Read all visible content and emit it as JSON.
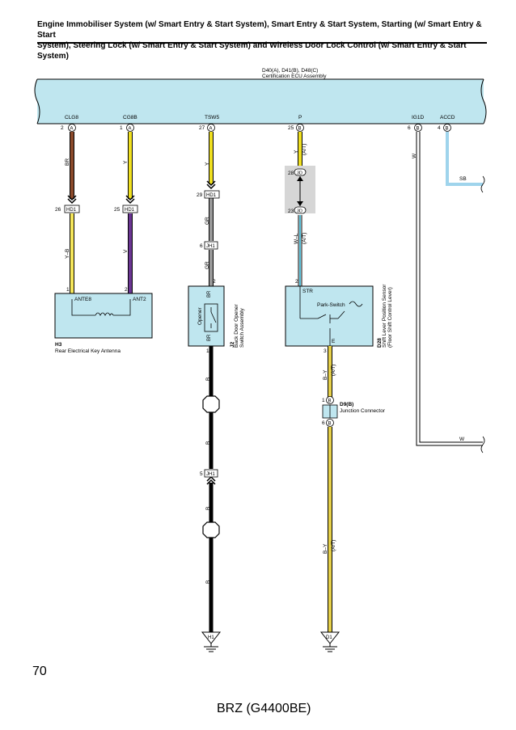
{
  "header": {
    "line1": "Engine Immobiliser System (w/ Smart Entry & Start System), Smart Entry & Start System, Starting (w/ Smart Entry & Start",
    "line2": "System), Steering Lock (w/ Smart Entry & Start System) and Wireless Door Lock Control (w/ Smart Entry & Start System)"
  },
  "ecu": {
    "code": "D40(A), D41(B), D48(C)",
    "name": "Certification ECU Assembly",
    "pins": [
      {
        "label": "CLG8",
        "num": "2",
        "conn": "A"
      },
      {
        "label": "CG8B",
        "num": "1",
        "conn": "A"
      },
      {
        "label": "TSW5",
        "num": "27",
        "conn": "A"
      },
      {
        "label": "P",
        "num": "25",
        "conn": "B"
      },
      {
        "label": "IG1D",
        "num": "6",
        "conn": "B"
      },
      {
        "label": "ACCD",
        "num": "4",
        "conn": "B"
      }
    ]
  },
  "wires": {
    "br": "BR",
    "y1": "Y",
    "y2": "Y",
    "y3": "Y",
    "at1": "(A/T)",
    "yb": "Y–B",
    "v": "V",
    "gr1": "GR",
    "gr2": "GR",
    "wl": "W–L",
    "at2": "(A/T)",
    "w1": "W",
    "sb": "SB",
    "br2": "BR",
    "br3": "BR",
    "by1": "B–Y",
    "at3": "(A/T)",
    "by2": "B–Y",
    "at4": "(A/T)",
    "b1": "B",
    "b2": "B",
    "b3": "B",
    "b4": "B",
    "w2": "W"
  },
  "connectors": {
    "hd1a": {
      "num": "26",
      "label": "HD1"
    },
    "hd1b": {
      "num": "25",
      "label": "HD1"
    },
    "hd1c": {
      "num": "29",
      "label": "HD1"
    },
    "jh1a": {
      "num": "6",
      "label": "JH1"
    },
    "jh1b": {
      "num": "5",
      "label": "JH1"
    },
    "sd_top": {
      "num": "28",
      "label": "3D"
    },
    "sd_bot": {
      "num": "23",
      "label": "3D"
    }
  },
  "antenna": {
    "pin1": "1",
    "pin2": "2",
    "term1": "ANTE8",
    "term2": "ANT2",
    "code": "H3",
    "name": "Rear Electrical Key Antenna"
  },
  "opener": {
    "pin_top": "2",
    "pin_bot": "1",
    "label": "Opener",
    "code": "J2",
    "name1": "Back Door Opener",
    "name2": "Switch Assembly"
  },
  "shift": {
    "pin_top": "2",
    "pin_bot": "3",
    "term_top": "STR",
    "term_bot": "E",
    "switch": "Park-Switch",
    "code": "D28",
    "name1": "Shift Lever Position Sensor",
    "name2": "(Floor Shift Control Lever)"
  },
  "junction": {
    "pin_top": "1",
    "conn_top": "B",
    "pin_bot": "6",
    "conn_bot": "B",
    "code": "D9(B)",
    "name": "Junction Connector"
  },
  "grounds": {
    "g1": "H1",
    "g2": "D1"
  },
  "footer": {
    "page": "70",
    "model": "BRZ (G4400BE)"
  }
}
